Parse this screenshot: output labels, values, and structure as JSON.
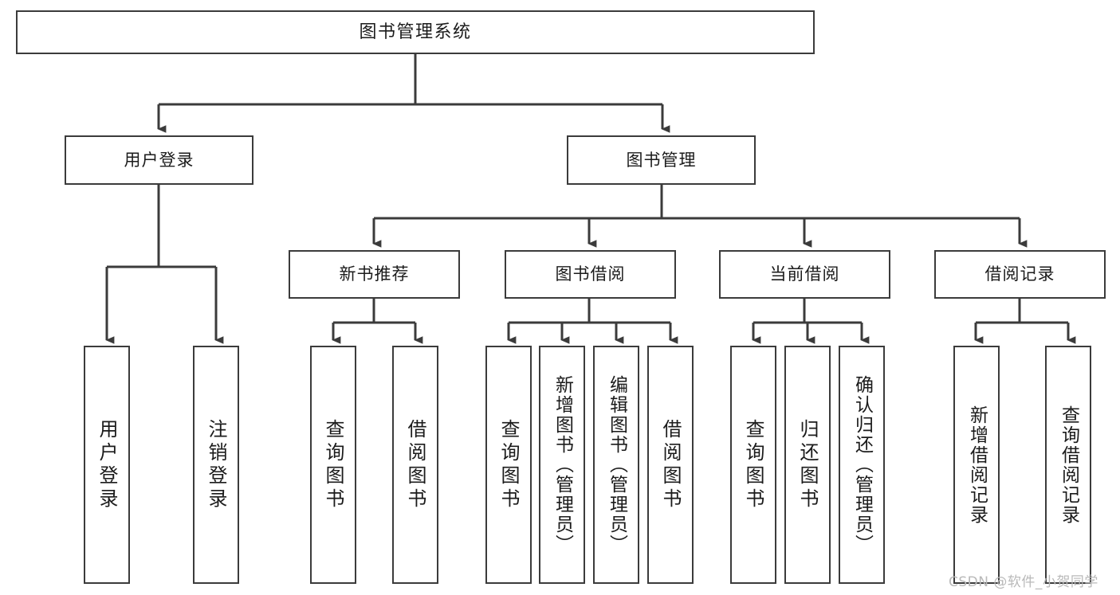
{
  "diagram": {
    "title": "图书管理系统",
    "type": "hierarchy-tree",
    "root": {
      "label": "图书管理系统"
    },
    "level2": [
      {
        "label": "用户登录"
      },
      {
        "label": "图书管理"
      }
    ],
    "level3": [
      {
        "label": "新书推荐"
      },
      {
        "label": "图书借阅"
      },
      {
        "label": "当前借阅"
      },
      {
        "label": "借阅记录"
      }
    ],
    "leaves": {
      "user_login": [
        {
          "label": "用户登录"
        },
        {
          "label": "注销登录"
        }
      ],
      "new_book_recommend": [
        {
          "label": "查询图书"
        },
        {
          "label": "借阅图书"
        }
      ],
      "book_borrow": [
        {
          "label": "查询图书"
        },
        {
          "label": "新增图书（管理员）"
        },
        {
          "label": "编辑图书（管理员）"
        },
        {
          "label": "借阅图书"
        }
      ],
      "current_borrow": [
        {
          "label": "查询图书"
        },
        {
          "label": "归还图书"
        },
        {
          "label": "确认归还（管理员）"
        }
      ],
      "borrow_record": [
        {
          "label": "新增借阅记录"
        },
        {
          "label": "查询借阅记录"
        }
      ]
    }
  },
  "watermark": {
    "text": "CSDN @软件_小贺同学"
  },
  "colors": {
    "stroke": "#3b3b3b",
    "fill": "#ffffff",
    "text": "#1b1b1b",
    "watermark": "#b9b9b9"
  }
}
